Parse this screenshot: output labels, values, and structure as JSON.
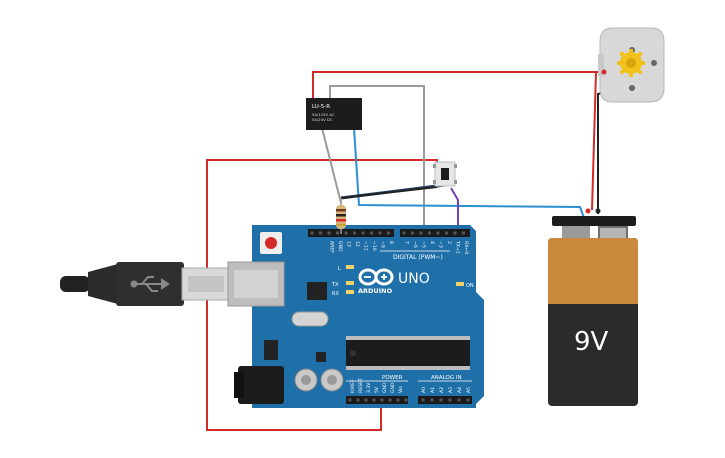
{
  "relay": {
    "model": "LU-5-R",
    "rating_line1": "5A/125V AC",
    "rating_line2": "5A/24V DC"
  },
  "battery": {
    "label": "9V"
  },
  "arduino": {
    "logo_text": "ARDUINO",
    "model_text": "UNO",
    "digital_header_label": "DIGITAL (PWM~)",
    "power_label": "POWER",
    "analog_label": "ANALOG IN",
    "on_label": "ON",
    "led_l_label": "L",
    "led_tx_label": "TX",
    "led_rx_label": "RX",
    "digital_pins": [
      "AREF",
      "GND",
      "13",
      "12",
      "~11",
      "~10",
      "~9",
      "8",
      "7",
      "~6",
      "~5",
      "4",
      "~3",
      "2",
      "TX→1",
      "RX←0"
    ],
    "power_pins": [
      "IOREF",
      "RESET",
      "3.3V",
      "5V",
      "GND",
      "GND",
      "Vin"
    ],
    "analog_pins": [
      "A0",
      "A1",
      "A2",
      "A3",
      "A4",
      "A5"
    ]
  },
  "colors": {
    "board": "#1f6fa8",
    "wire_red": "#d52a2a",
    "wire_blue": "#2b8fd0",
    "wire_gray": "#9a9a9a",
    "wire_black": "#222222",
    "wire_navy": "#1f3d62",
    "wire_purple": "#7a3fb5",
    "battery_orange": "#c98a3e",
    "battery_black": "#2b2b2b"
  }
}
